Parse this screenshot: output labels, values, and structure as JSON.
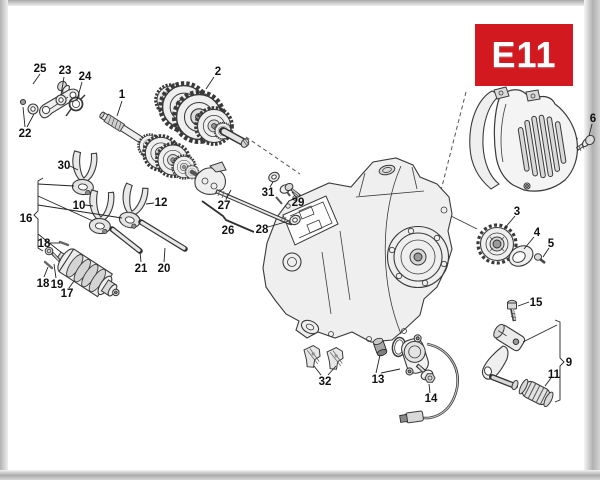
{
  "page_code": {
    "label": "E11"
  },
  "colors": {
    "badge_red": "#d31920",
    "ink": "#3a3a3a",
    "paper": "#ffffff"
  },
  "diagram": {
    "description_labels_total": 31,
    "part_labels": {
      "n1": "1",
      "n2": "2",
      "n3": "3",
      "n4": "4",
      "n5": "5",
      "n6": "6",
      "n9": "9",
      "n10": "10",
      "n11": "11",
      "n12": "12",
      "n13": "13",
      "n14": "14",
      "n15": "15",
      "n16": "16",
      "n17": "17",
      "n18a": "18",
      "n18b": "18",
      "n19": "19",
      "n20": "20",
      "n21": "21",
      "n22": "22",
      "n23": "23",
      "n24": "24",
      "n25": "25",
      "n26": "26",
      "n27": "27",
      "n28": "28",
      "n29": "29",
      "n30": "30",
      "n31": "31",
      "n32": "32"
    }
  }
}
